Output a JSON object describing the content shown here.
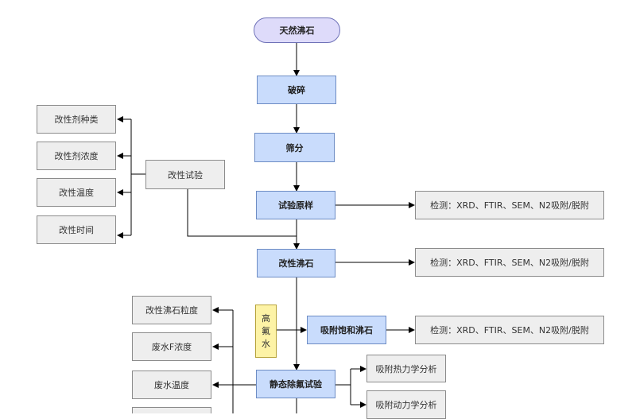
{
  "nodes": {
    "start": "天然沸石",
    "crush": "破碎",
    "sieve": "筛分",
    "raw_test": "试验原样",
    "modified": "改性沸石",
    "saturated": "吸附饱和沸石",
    "static_test": "静态除氟试验",
    "mod_test": "改性试验",
    "mod_agent_type": "改性剂种类",
    "mod_agent_conc": "改性剂浓度",
    "mod_temp": "改性温度",
    "mod_time": "改性时间",
    "detect_1": "检测：XRD、FTIR、SEM、N2吸附/脱附",
    "detect_2": "检测：XRD、FTIR、SEM、N2吸附/脱附",
    "detect_3": "检测：XRD、FTIR、SEM、N2吸附/脱附",
    "fluoride_water": [
      "高",
      "氟",
      "水"
    ],
    "thermo": "吸附热力学分析",
    "kinetic": "吸附动力学分析",
    "particle_size": "改性沸石粒度",
    "f_conc": "废水F浓度",
    "water_temp": "废水温度"
  },
  "colors": {
    "process": "#c9dcfc",
    "start": "#dedbfa",
    "side": "#eeeeee",
    "input": "#fdf3a6",
    "edge": "#000000"
  }
}
